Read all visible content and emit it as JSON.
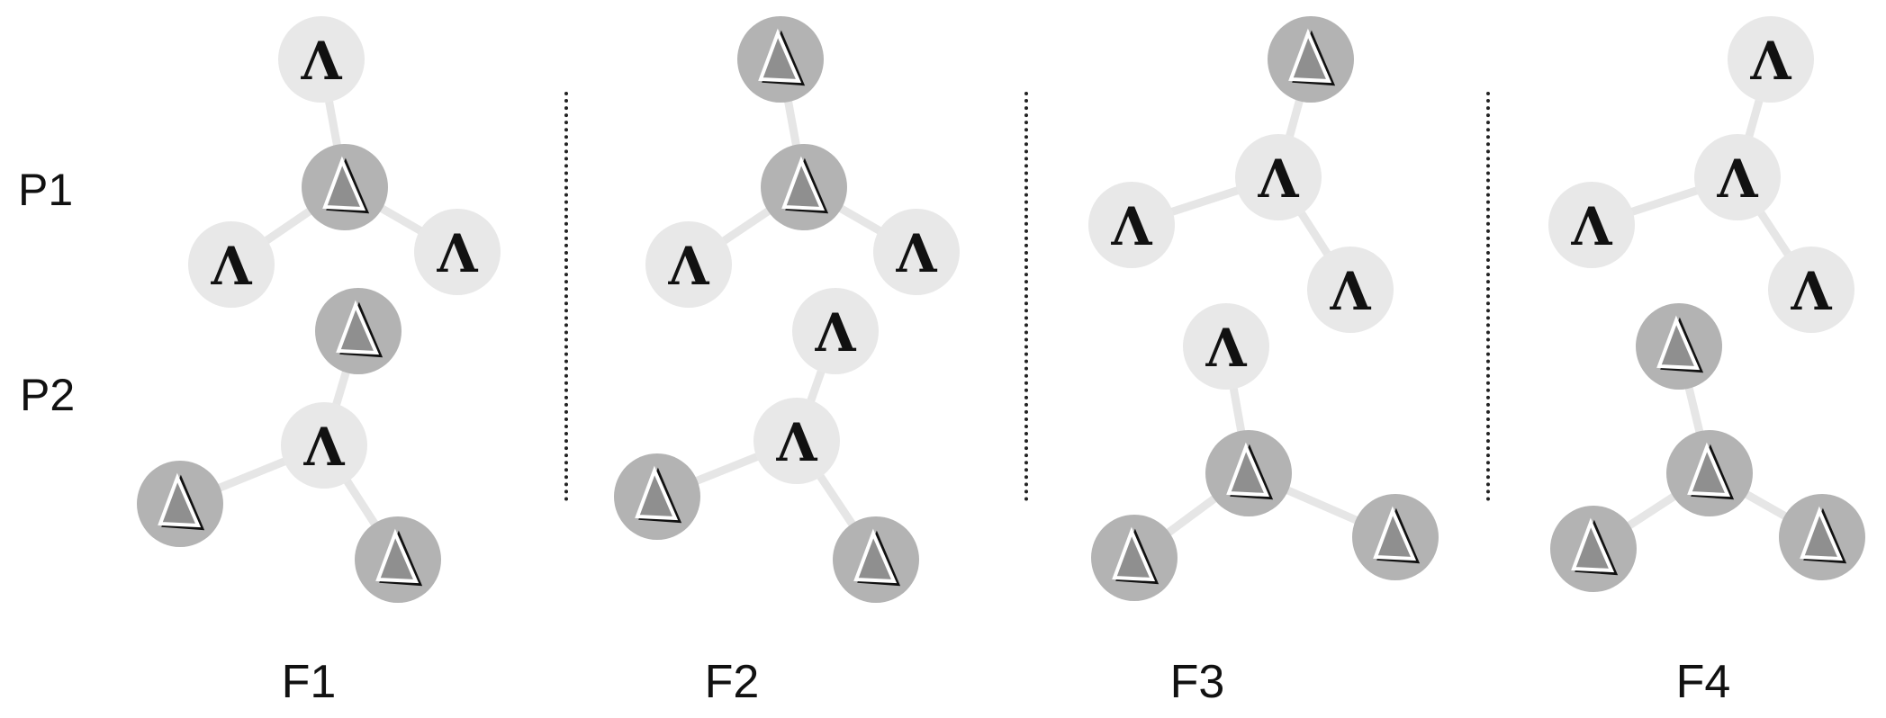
{
  "row_labels": [
    "P1",
    "P2"
  ],
  "column_labels": [
    "F1",
    "F2",
    "F3",
    "F4"
  ],
  "node_types": {
    "lambda": {
      "symbol": "Λ",
      "fill": "#e8e8e8"
    },
    "delta": {
      "symbol": "Δ",
      "fill": "#b3b3b3"
    }
  },
  "frames": [
    {
      "label": "F1",
      "P1": {
        "center": "delta",
        "arms": [
          "lambda",
          "lambda",
          "lambda"
        ]
      },
      "P2": {
        "center": "lambda",
        "arms": [
          "delta",
          "delta",
          "delta"
        ]
      }
    },
    {
      "label": "F2",
      "P1": {
        "center": "delta",
        "arms": [
          "delta",
          "lambda",
          "lambda"
        ]
      },
      "P2": {
        "center": "lambda",
        "arms": [
          "lambda",
          "delta",
          "delta"
        ]
      }
    },
    {
      "label": "F3",
      "P1": {
        "center": "lambda",
        "arms": [
          "delta",
          "lambda",
          "lambda"
        ]
      },
      "P2": {
        "center": "delta",
        "arms": [
          "lambda",
          "delta",
          "delta"
        ]
      }
    },
    {
      "label": "F4",
      "P1": {
        "center": "lambda",
        "arms": [
          "lambda",
          "lambda",
          "lambda"
        ]
      },
      "P2": {
        "center": "delta",
        "arms": [
          "delta",
          "delta",
          "delta"
        ]
      }
    }
  ]
}
